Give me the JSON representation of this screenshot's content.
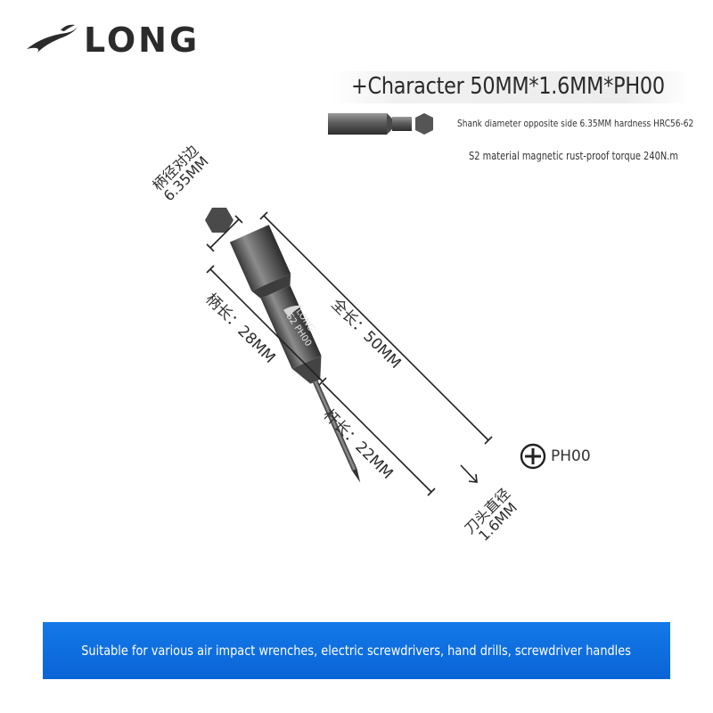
{
  "brand": {
    "name": "LONG",
    "logo_icon": "bird-swoosh-icon"
  },
  "product": {
    "title": "+Character 50MM*1.6MM*PH00",
    "spec_line_1": "Shank diameter opposite side 6.35MM hardness HRC56-62",
    "spec_line_2": "S2 material magnetic rust-proof torque 240N.m"
  },
  "bit_marking": {
    "brand": "LONG",
    "model": "S2 PH00"
  },
  "dimensions": {
    "hex_label_cn": "柄径对边",
    "hex_value": "6.35MM",
    "total_length": "全长：50MM",
    "handle_length": "柄长：28MM",
    "rod_length": "杆长：22MM",
    "tip_label_cn": "刀头直径",
    "tip_value": "1.6MM"
  },
  "tip_type": {
    "icon": "phillips-cross-icon",
    "label": "PH00"
  },
  "footer": {
    "text": "Suitable for various air impact wrenches, electric screwdrivers, hand drills, screwdriver handles",
    "background": "#0a6be0"
  }
}
